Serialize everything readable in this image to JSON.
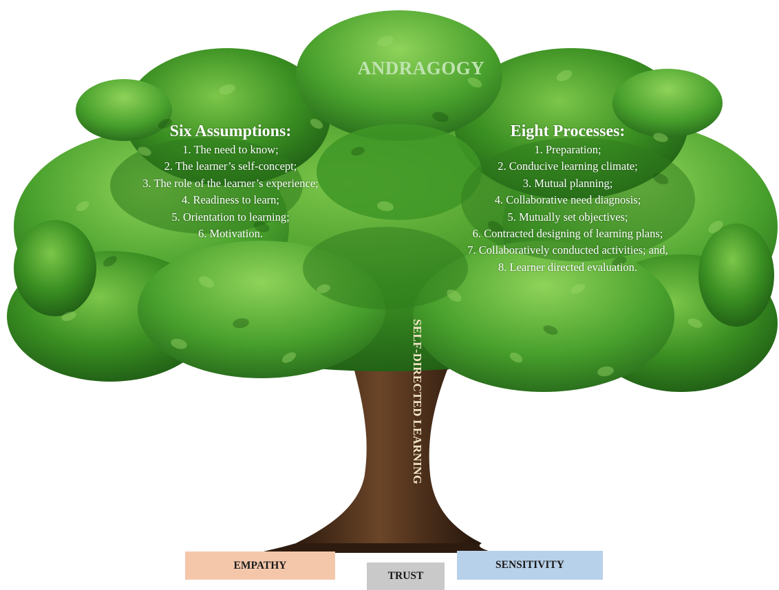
{
  "diagram": {
    "title": "ANDRAGOGY",
    "trunk_label": "SELF-DIRECTED LEARNING",
    "left_column": {
      "heading": "Six Assumptions:",
      "items": [
        "1.   The need to know;",
        "2. The learner’s self-concept;",
        "3.   The role of the learner’s experience;",
        "4.   Readiness to learn;",
        "5.   Orientation to learning;",
        "6.   Motivation."
      ]
    },
    "right_column": {
      "heading": "Eight Processes:",
      "items": [
        "1. Preparation;",
        "2. Conducive learning climate;",
        "3. Mutual planning;",
        "4. Collaborative need diagnosis;",
        "5. Mutually set objectives;",
        "6. Contracted designing of learning plans;",
        "7. Collaboratively conducted activities; and,",
        "8. Learner directed evaluation."
      ]
    },
    "roots": {
      "empathy": "EMPATHY",
      "trust": "TRUST",
      "sensitivity": "SENSITIVITY"
    },
    "colors": {
      "foliage_dark": "#1e5a14",
      "foliage_mid": "#3a8f22",
      "foliage_light": "#7cc64a",
      "trunk": "#4a2e1a",
      "title": "#bfe3b0",
      "empathy_box": "#f4c7ab",
      "trust_box": "#c9c9c9",
      "sensitivity_box": "#b8d1ea"
    }
  }
}
